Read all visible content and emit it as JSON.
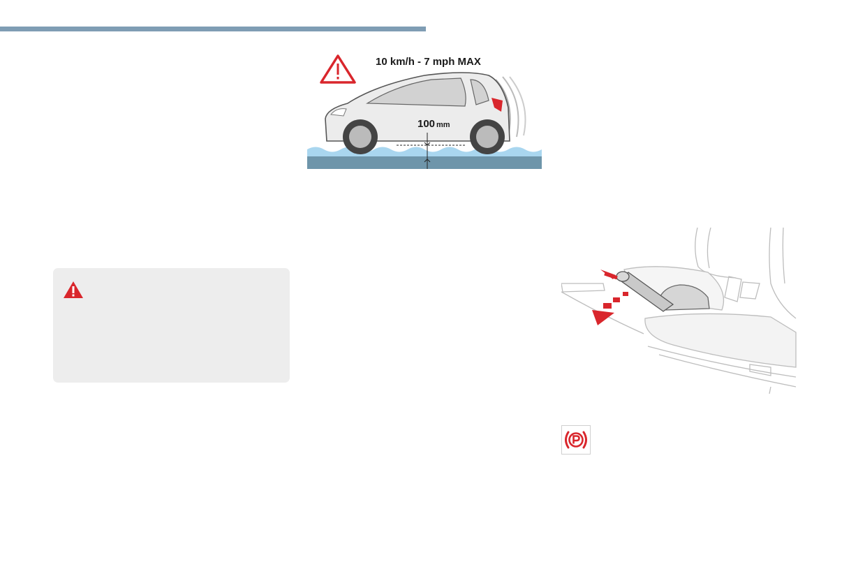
{
  "flood_figure": {
    "speed_limit": "10 km/h - 7 mph  MAX",
    "depth_value": "100",
    "depth_unit": "mm"
  },
  "colors": {
    "header_rule": "#7f9db4",
    "warning_red": "#d9262c",
    "water_dark": "#6e95aa",
    "water_light": "#a9d6ef",
    "box_grey": "#ededed"
  },
  "icons": {
    "flood_warning": "warning-triangle-icon",
    "box_warning": "warning-triangle-icon",
    "parking_brake": "parking-brake-icon"
  }
}
